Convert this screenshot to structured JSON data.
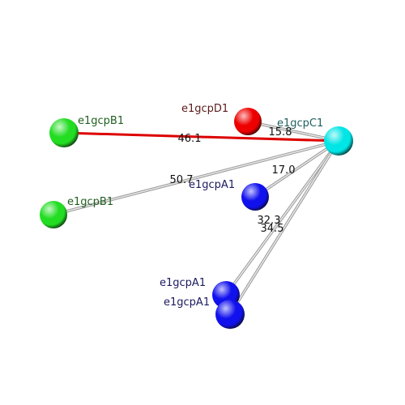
{
  "atoms": [
    {
      "id": "cyan",
      "label": "e1gcpC1",
      "color": "#00e5e5",
      "label_color": "#1f5f5f"
    },
    {
      "id": "red",
      "label": "e1gcpD1",
      "color": "#ee0000",
      "label_color": "#5a1a1a"
    },
    {
      "id": "greenA",
      "label": "e1gcpB1",
      "color": "#22dd22",
      "label_color": "#1f5f1f"
    },
    {
      "id": "greenB",
      "label": "e1gcpB1",
      "color": "#22dd22",
      "label_color": "#1f5f1f"
    },
    {
      "id": "blueA",
      "label": "e1gcpA1",
      "color": "#1111ee",
      "label_color": "#1a1a5f"
    },
    {
      "id": "blueB",
      "label": "e1gcpA1",
      "color": "#1111ee",
      "label_color": "#1a1a5f"
    },
    {
      "id": "blueC",
      "label": "e1gcpA1",
      "color": "#1111ee",
      "label_color": "#1a1a5f"
    }
  ],
  "bonds": [
    {
      "from": "cyan",
      "to": "red",
      "distance": "15.8",
      "color": "#c8c8c8"
    },
    {
      "from": "cyan",
      "to": "greenA",
      "distance": "46.1",
      "color": "#dd0000"
    },
    {
      "from": "cyan",
      "to": "greenB",
      "distance": "50.7",
      "color": "#c8c8c8"
    },
    {
      "from": "cyan",
      "to": "blueA",
      "distance": "17.0",
      "color": "#c8c8c8"
    },
    {
      "from": "cyan",
      "to": "blueB",
      "distance": "32.3",
      "color": "#c8c8c8"
    },
    {
      "from": "cyan",
      "to": "blueC",
      "distance": "34.5",
      "color": "#c8c8c8"
    }
  ]
}
